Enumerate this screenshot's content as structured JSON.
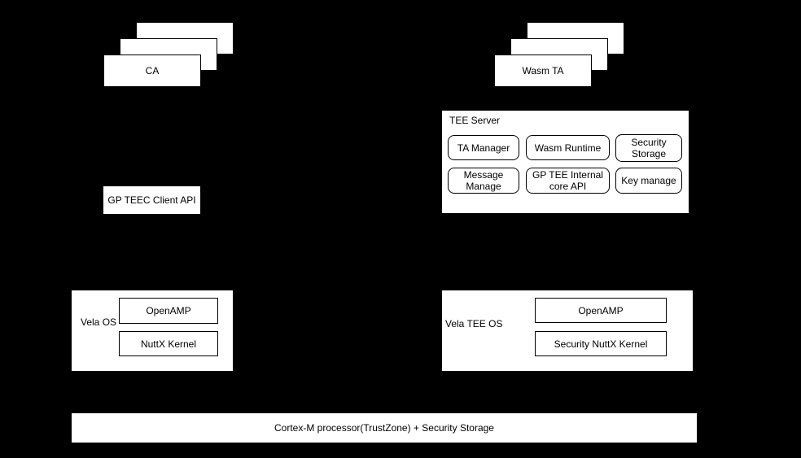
{
  "colors": {
    "background": "#000000",
    "box_fill": "#ffffff",
    "border": "#000000",
    "text": "#000000"
  },
  "client_stack": {
    "front_label": "CA"
  },
  "ta_stack": {
    "front_label": "Wasm TA"
  },
  "gp_teec_client_api": {
    "label": "GP TEEC Client API"
  },
  "tee_server": {
    "title": "TEE Server",
    "modules": [
      {
        "label": "TA Manager"
      },
      {
        "label": "Wasm Runtime"
      },
      {
        "label": "Security Storage"
      },
      {
        "label": "Message Manage"
      },
      {
        "label": "GP TEE Internal core API"
      },
      {
        "label": "Key manage"
      }
    ]
  },
  "vela_os": {
    "label": "Vela OS",
    "components": [
      {
        "label": "OpenAMP"
      },
      {
        "label": "NuttX Kernel"
      }
    ]
  },
  "vela_tee_os": {
    "label": "Vela TEE OS",
    "components": [
      {
        "label": "OpenAMP"
      },
      {
        "label": "Security NuttX Kernel"
      }
    ]
  },
  "hardware": {
    "label": "Cortex-M processor(TrustZone) + Security Storage"
  }
}
